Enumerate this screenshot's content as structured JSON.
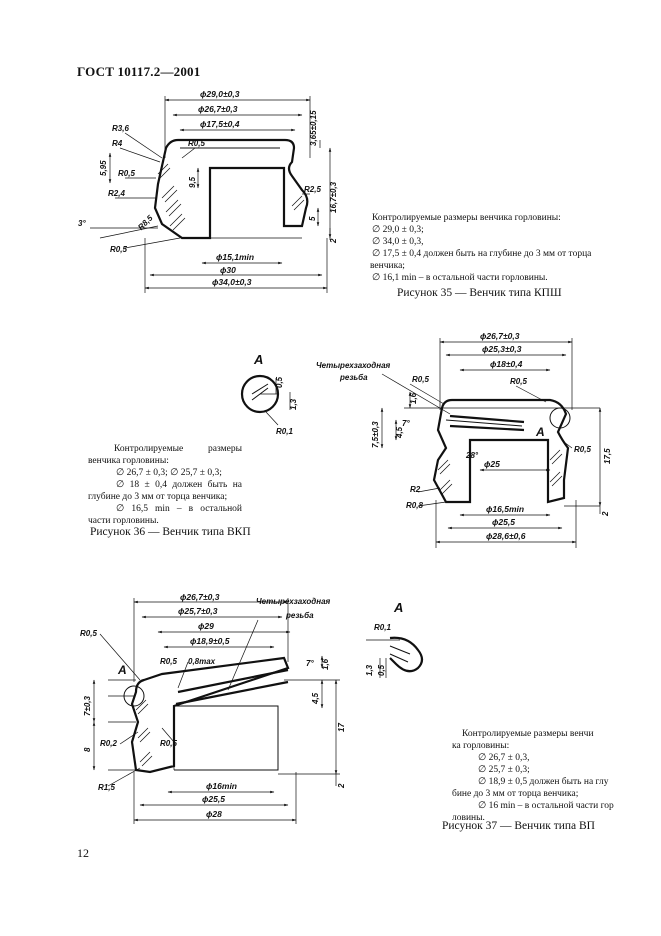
{
  "header": "ГОСТ 10117.2—2001",
  "page_number": "12",
  "fig35": {
    "dims": {
      "d1": "ϕ29,0±0,3",
      "d2": "ϕ26,7±0,3",
      "d3": "ϕ17,5±0,4",
      "d4": "ϕ15,1min",
      "d5": "ϕ30",
      "d6": "ϕ34,0±0,3",
      "r1": "R3,6",
      "r2": "R4",
      "r3": "R0,5",
      "r4": "R2,4",
      "r5": "R8,5",
      "r6": "R0,5",
      "r7": "R0,5",
      "r8": "R2,5",
      "a1": "3°",
      "v1": "5,95",
      "v2": "9,5",
      "v3": "3,65±0,15",
      "v4": "16,7±0,3",
      "v5": "5",
      "v6": "2"
    },
    "notes": [
      "Контролируемые размеры венчика горловины:",
      "∅ 29,0 ± 0,3;",
      "∅ 34,0 ± 0,3,",
      "∅ 17,5 ± 0,4 должен быть на глубине до 3 мм от торца",
      "венчика;",
      "∅ 16,1 min – в остальной части горловины."
    ],
    "caption": "Рисунок 35 — Венчик типа КПШ"
  },
  "fig36": {
    "detail_label": "A",
    "detail_dims": {
      "a": "0,5",
      "b": "1,3",
      "r": "R0,1"
    },
    "dims": {
      "d1": "ϕ26,7±0,3",
      "d2": "ϕ25,3±0,3",
      "d3": "ϕ18±0,4",
      "d4": "ϕ25",
      "d5": "ϕ16,5min",
      "d6": "ϕ25,5",
      "d7": "ϕ28,6±0,6",
      "thread": "Четырехзаходная резьба",
      "r1": "R0,5",
      "r2": "R0,5",
      "r3": "R0,5",
      "r4": "R2",
      "r5": "R0,8",
      "a1": "7°",
      "a2": "28°",
      "v1": "1,6",
      "v2": "4,5",
      "v3": "7,5±0,3",
      "v4": "17,5",
      "v5": "2",
      "label_a": "A"
    },
    "notes": [
      "Контролируемые размеры",
      "венчика горловины:",
      "∅ 26,7 ± 0,3; ∅ 25,7 ± 0,3;",
      "∅ 18 ± 0,4 должен быть на",
      "глубине до 3 мм от торца венчика;",
      "∅ 16,5 min – в остальной",
      "части горловины."
    ],
    "caption": "Рисунок 36 — Венчик типа ВКП"
  },
  "fig37": {
    "detail_label": "A",
    "detail_dims": {
      "a": "1,3",
      "b": "0,5",
      "r": "R0,1"
    },
    "dims": {
      "d1": "ϕ26,7±0,3",
      "d2": "ϕ25,7±0,3",
      "d3": "ϕ29",
      "d4": "ϕ18,9±0,5",
      "d5": "ϕ16min",
      "d6": "ϕ25,5",
      "d7": "ϕ28",
      "thread": "Четырехзаходная резьба",
      "r1": "R0,5",
      "r2": "R0,5",
      "r3": "R0,2",
      "r4": "R0,5",
      "r5": "R1,5",
      "m1": "0,8max",
      "a1": "7°",
      "v1": "1,6",
      "v2": "4,5",
      "v3": "7±0,3",
      "v4": "8",
      "v5": "17",
      "v6": "2",
      "label_a": "A"
    },
    "notes": [
      "Контролируемые размеры венчи",
      "ка горловины:",
      "∅ 26,7 ± 0,3,",
      "∅ 25,7 ± 0,3;",
      "∅ 18,9 ± 0,5 должен быть на глу",
      "бине до 3 мм от торца венчика;",
      "∅ 16 min – в остальной части гор",
      "ловины."
    ],
    "caption": "Рисунок 37 — Венчик типа ВП"
  }
}
